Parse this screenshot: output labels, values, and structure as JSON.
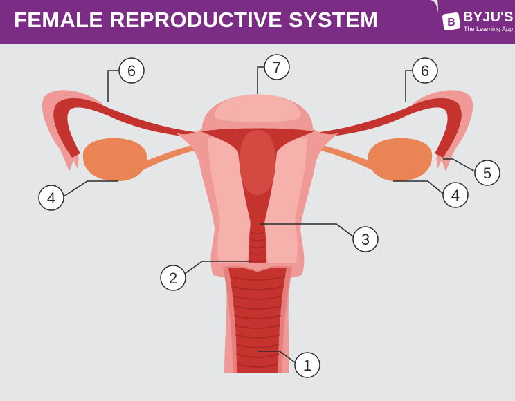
{
  "header": {
    "title": "FEMALE REPRODUCTIVE SYSTEM",
    "brand_name": "BYJU'S",
    "brand_tagline": "The Learning App",
    "brand_mark": "B",
    "background_color": "#7b2d86"
  },
  "diagram": {
    "labels": [
      "6",
      "7",
      "6",
      "4",
      "5",
      "4",
      "3",
      "2",
      "1"
    ]
  },
  "colors": {
    "background": "#e5e6e8",
    "uterus_outer": "#f09a98",
    "uterus_inner": "#f6b1ad",
    "cavity": "#c4332e",
    "tube": "#c4332e",
    "ovary": "#ea8454",
    "ligament": "#e9875a"
  }
}
